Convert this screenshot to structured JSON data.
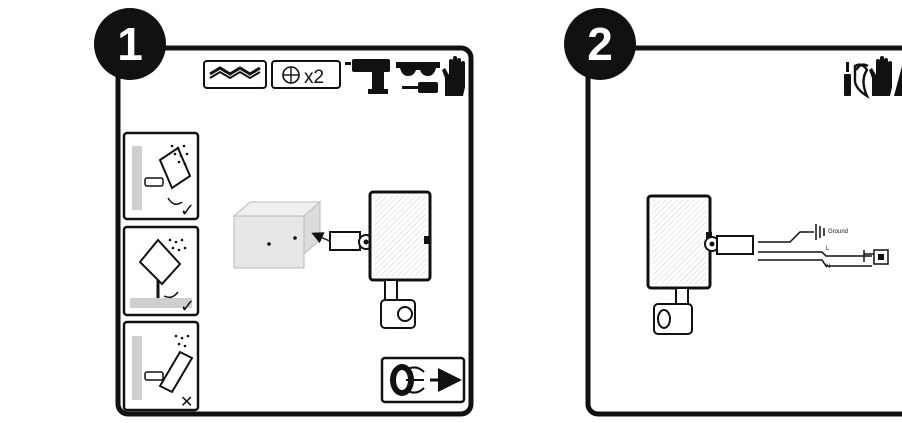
{
  "steps": [
    {
      "number": "1",
      "quantity": "x2",
      "checks": [
        "✓",
        "✓",
        "✕"
      ]
    },
    {
      "number": "2",
      "wiring": {
        "ground": "Ground",
        "line": "L",
        "neutral": "N"
      }
    }
  ],
  "colors": {
    "ink": "#111111",
    "panel_fill": "#e6e6e6",
    "housing_fill": "#f2f2f2"
  }
}
